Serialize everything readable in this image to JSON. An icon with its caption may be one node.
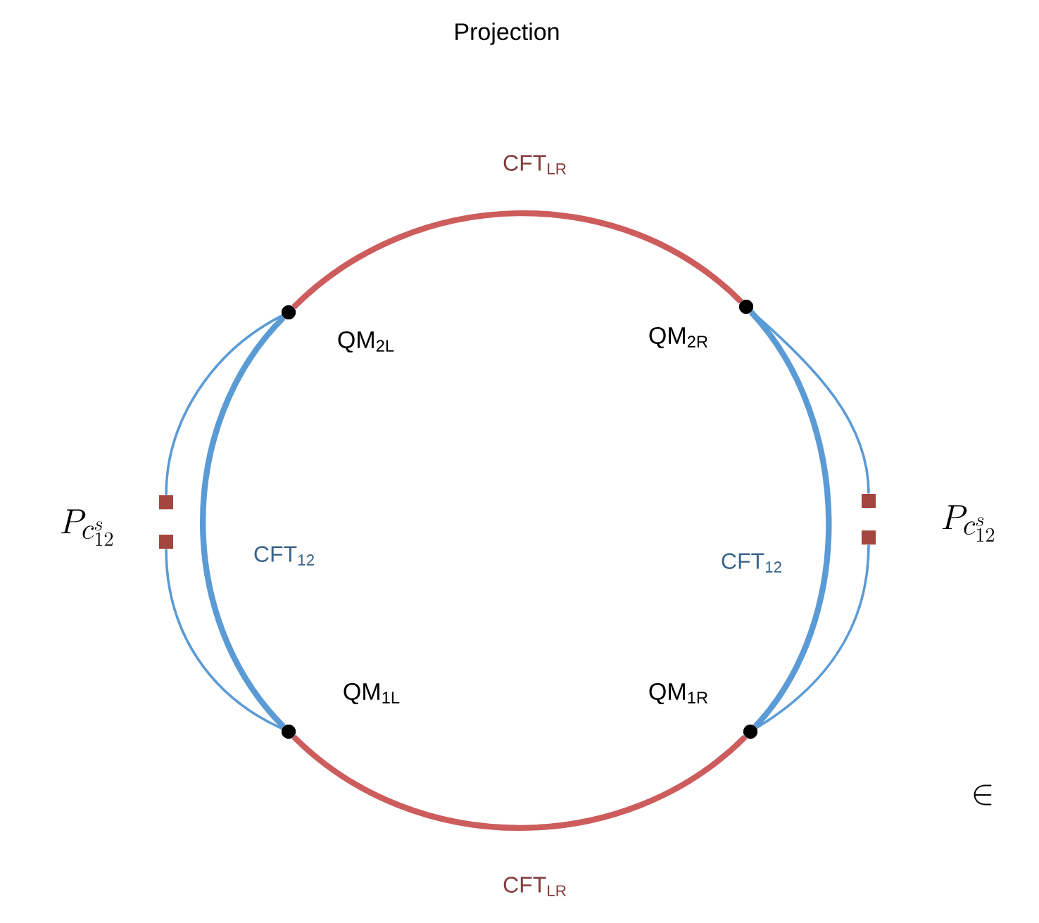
{
  "diagram": {
    "title": "Projection",
    "nodes": [
      {
        "text": [],
        "shape": "circle",
        "beside": [
          "QM$_{2L}$"
        ]
      },
      {
        "text": [],
        "shape": "circle",
        "beside": [
          "QM$_{2R}$"
        ]
      },
      {
        "text": [],
        "shape": "box"
      },
      {
        "text": [],
        "shape": "box"
      },
      {
        "text": [],
        "shape": "box"
      },
      {
        "text": [],
        "shape": "box"
      },
      {
        "text": [],
        "shape": "circle",
        "beside": [
          "QM$_{1L}$"
        ]
      },
      {
        "text": [],
        "shape": "circle",
        "beside": [
          "QM$_{1R}$"
        ]
      }
    ],
    "edges": [
      {
        "from": 0,
        "to": 1,
        "arrow": "none",
        "label": "CFT$_{LR}$",
        "style": "thick",
        "color": "#cd5c5c"
      },
      {
        "from": 6,
        "to": 7,
        "arrow": "none",
        "label": "CFT$_{LR}$",
        "style": "thick",
        "color": "#cd5c5c"
      },
      {
        "from": 0,
        "to": 6,
        "arrow": "none",
        "label": "CFT$_{12}$",
        "style": "thick"
      },
      {
        "from": 1,
        "to": 7,
        "arrow": "none",
        "label": "CFT$_{12}$",
        "style": "thick"
      },
      {
        "from": 0,
        "to": 2,
        "arrow": "none"
      },
      {
        "from": 3,
        "to": 6,
        "arrow": "none"
      },
      {
        "from": 1,
        "to": 4,
        "arrow": "none"
      },
      {
        "from": 5,
        "to": 7,
        "arrow": "none"
      }
    ],
    "labels": [
      "P_{c^s_{12}}",
      "P_{c^s_{12}}",
      "\\in"
    ]
  }
}
